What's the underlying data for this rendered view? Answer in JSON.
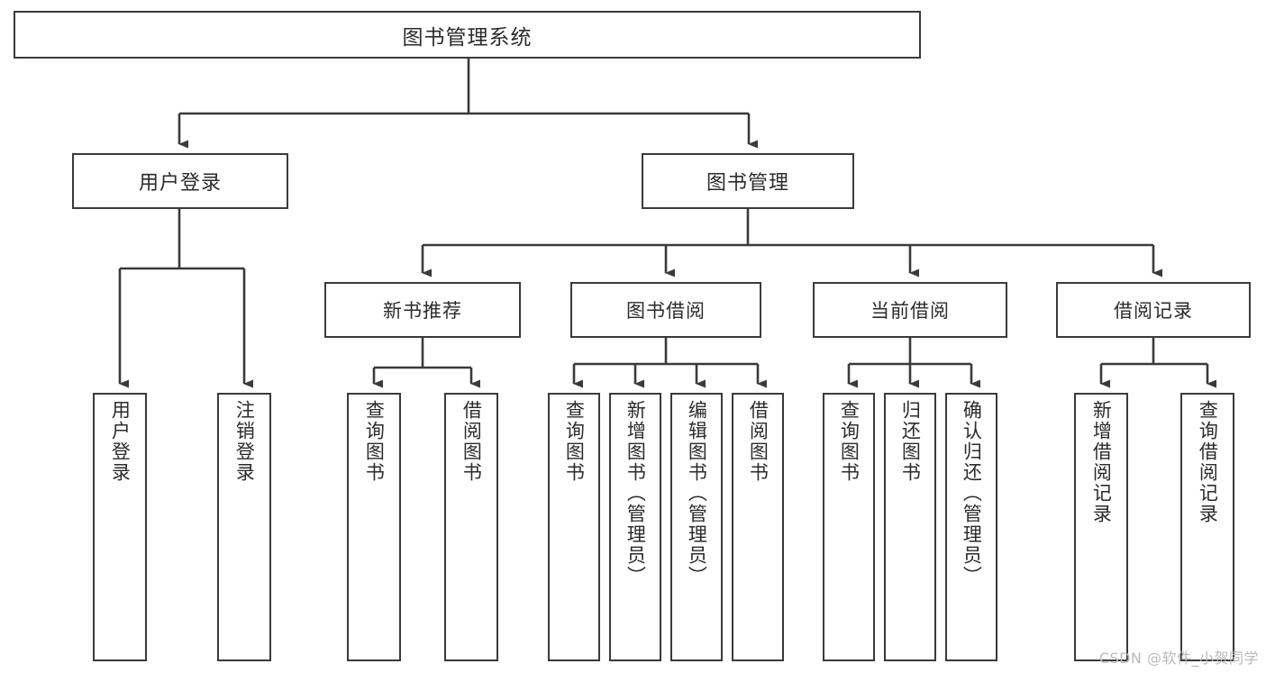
{
  "diagram": {
    "title": "图书管理系统",
    "watermark": "CSDN @软件_小贺同学",
    "style": {
      "border_color": "#3a3a3a",
      "text_color": "#2b2b2b",
      "background": "#ffffff",
      "connector_color": "#3a3a3a",
      "watermark_color": "#b9b9b9"
    },
    "root": {
      "label": "图书管理系统"
    },
    "level2": [
      {
        "label": "用户登录"
      },
      {
        "label": "图书管理"
      }
    ],
    "level3": [
      {
        "label": "新书推荐"
      },
      {
        "label": "图书借阅"
      },
      {
        "label": "当前借阅"
      },
      {
        "label": "借阅记录"
      }
    ],
    "leaves": {
      "user_login": [
        {
          "label": "用户登录"
        },
        {
          "label": "注销登录"
        }
      ],
      "new_book": [
        {
          "label": "查询图书"
        },
        {
          "label": "借阅图书"
        }
      ],
      "book_borrow": [
        {
          "label": "查询图书"
        },
        {
          "label": "新增图书（管理员）"
        },
        {
          "label": "编辑图书（管理员）"
        },
        {
          "label": "借阅图书"
        }
      ],
      "current_borrow": [
        {
          "label": "查询图书"
        },
        {
          "label": "归还图书"
        },
        {
          "label": "确认归还（管理员）"
        }
      ],
      "borrow_record": [
        {
          "label": "新增借阅记录"
        },
        {
          "label": "查询借阅记录"
        }
      ]
    }
  }
}
